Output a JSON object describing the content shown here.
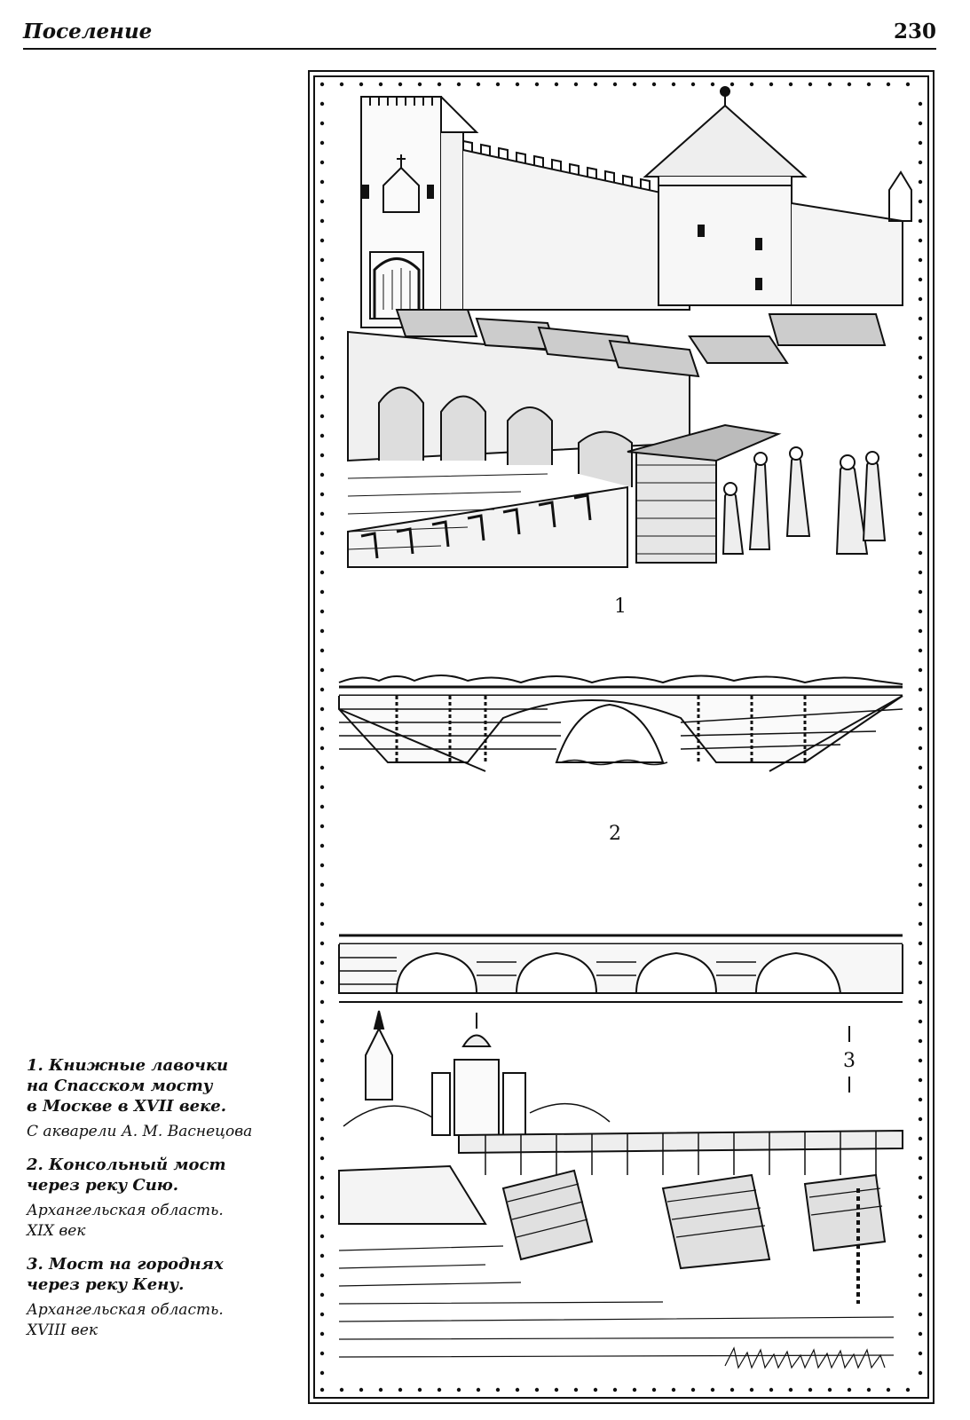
{
  "header": {
    "title": "Поселение",
    "page_number": "230"
  },
  "figures": [
    {
      "number": "1"
    },
    {
      "number": "2"
    },
    {
      "number": "3"
    }
  ],
  "captions": [
    {
      "title": "1. Книжные лавочки\nна Спасском мосту\nв Москве в XVII веке.",
      "source": "С акварели А. М. Васнецова"
    },
    {
      "title": "2. Консольный мост\nчерез реку Сию.",
      "source": "Архангельская область.\nXIX век"
    },
    {
      "title": "3. Мост на городнях\nчерез реку Кену.",
      "source": "Архангельская область.\nXVIII век"
    }
  ]
}
